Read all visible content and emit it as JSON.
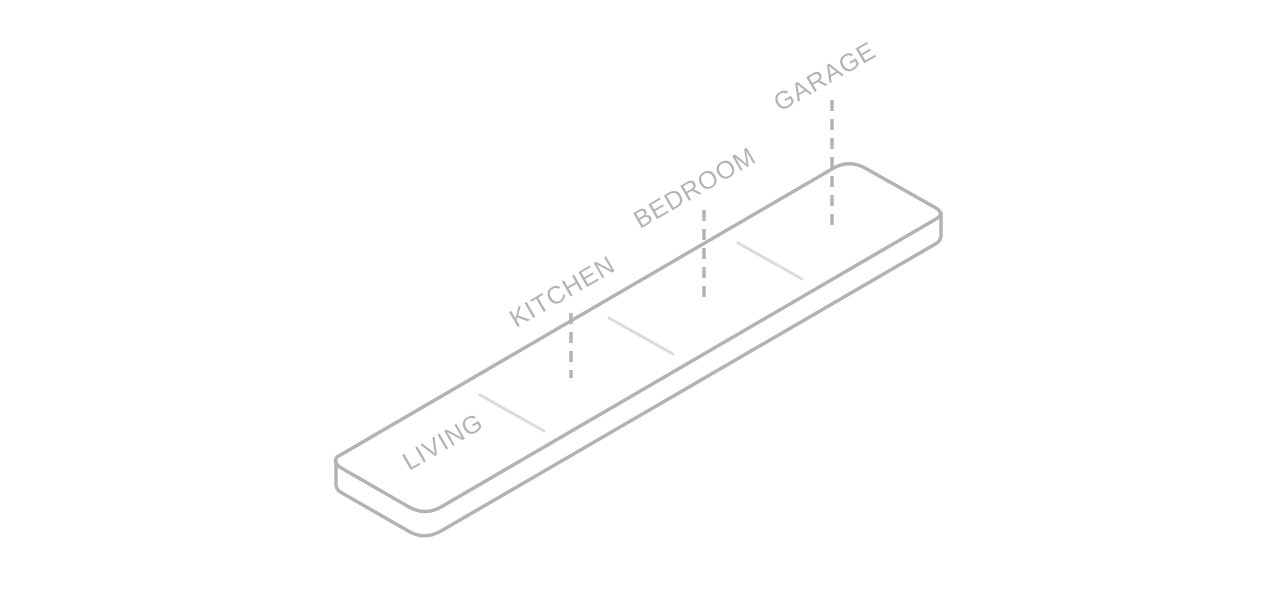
{
  "diagram": {
    "zones": [
      {
        "label": "LIVING"
      },
      {
        "label": "KITCHEN"
      },
      {
        "label": "BEDROOM"
      },
      {
        "label": "GARAGE"
      }
    ],
    "colors": {
      "outline": "#b3b3b3",
      "divider": "#dcdcdc",
      "label": "#b3b3b3",
      "background": "#ffffff"
    }
  }
}
